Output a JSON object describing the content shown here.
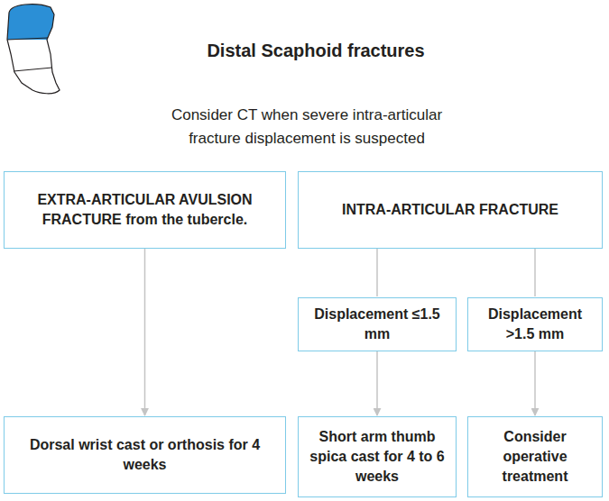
{
  "diagram": {
    "title": "Distal Scaphoid fractures",
    "nodes": [
      {
        "text": [
          "EXTRA-ARTICULAR AVULSION FRACTURE from the tubercle."
        ]
      },
      {
        "text": [
          "INTRA-ARTICULAR FRACTURE"
        ]
      },
      {
        "text": [
          "Displacement ≤1.5 mm"
        ]
      },
      {
        "text": [
          "Displacement >1.5 mm"
        ]
      },
      {
        "text": [
          "Dorsal wrist cast or orthosis for 4 weeks"
        ]
      },
      {
        "text": [
          "Short arm thumb spica cast for 4 to 6 weeks"
        ]
      },
      {
        "text": [
          "Consider operative treatment"
        ]
      }
    ],
    "edges": [
      {
        "from": 0,
        "to": 4,
        "arrow": "to"
      },
      {
        "from": 1,
        "to": 2,
        "arrow": "none"
      },
      {
        "from": 1,
        "to": 3,
        "arrow": "none"
      },
      {
        "from": 2,
        "to": 5,
        "arrow": "to"
      },
      {
        "from": 3,
        "to": 6,
        "arrow": "to"
      }
    ],
    "labels": [
      "Consider CT when severe intra-articular fracture displacement is suspected"
    ]
  }
}
